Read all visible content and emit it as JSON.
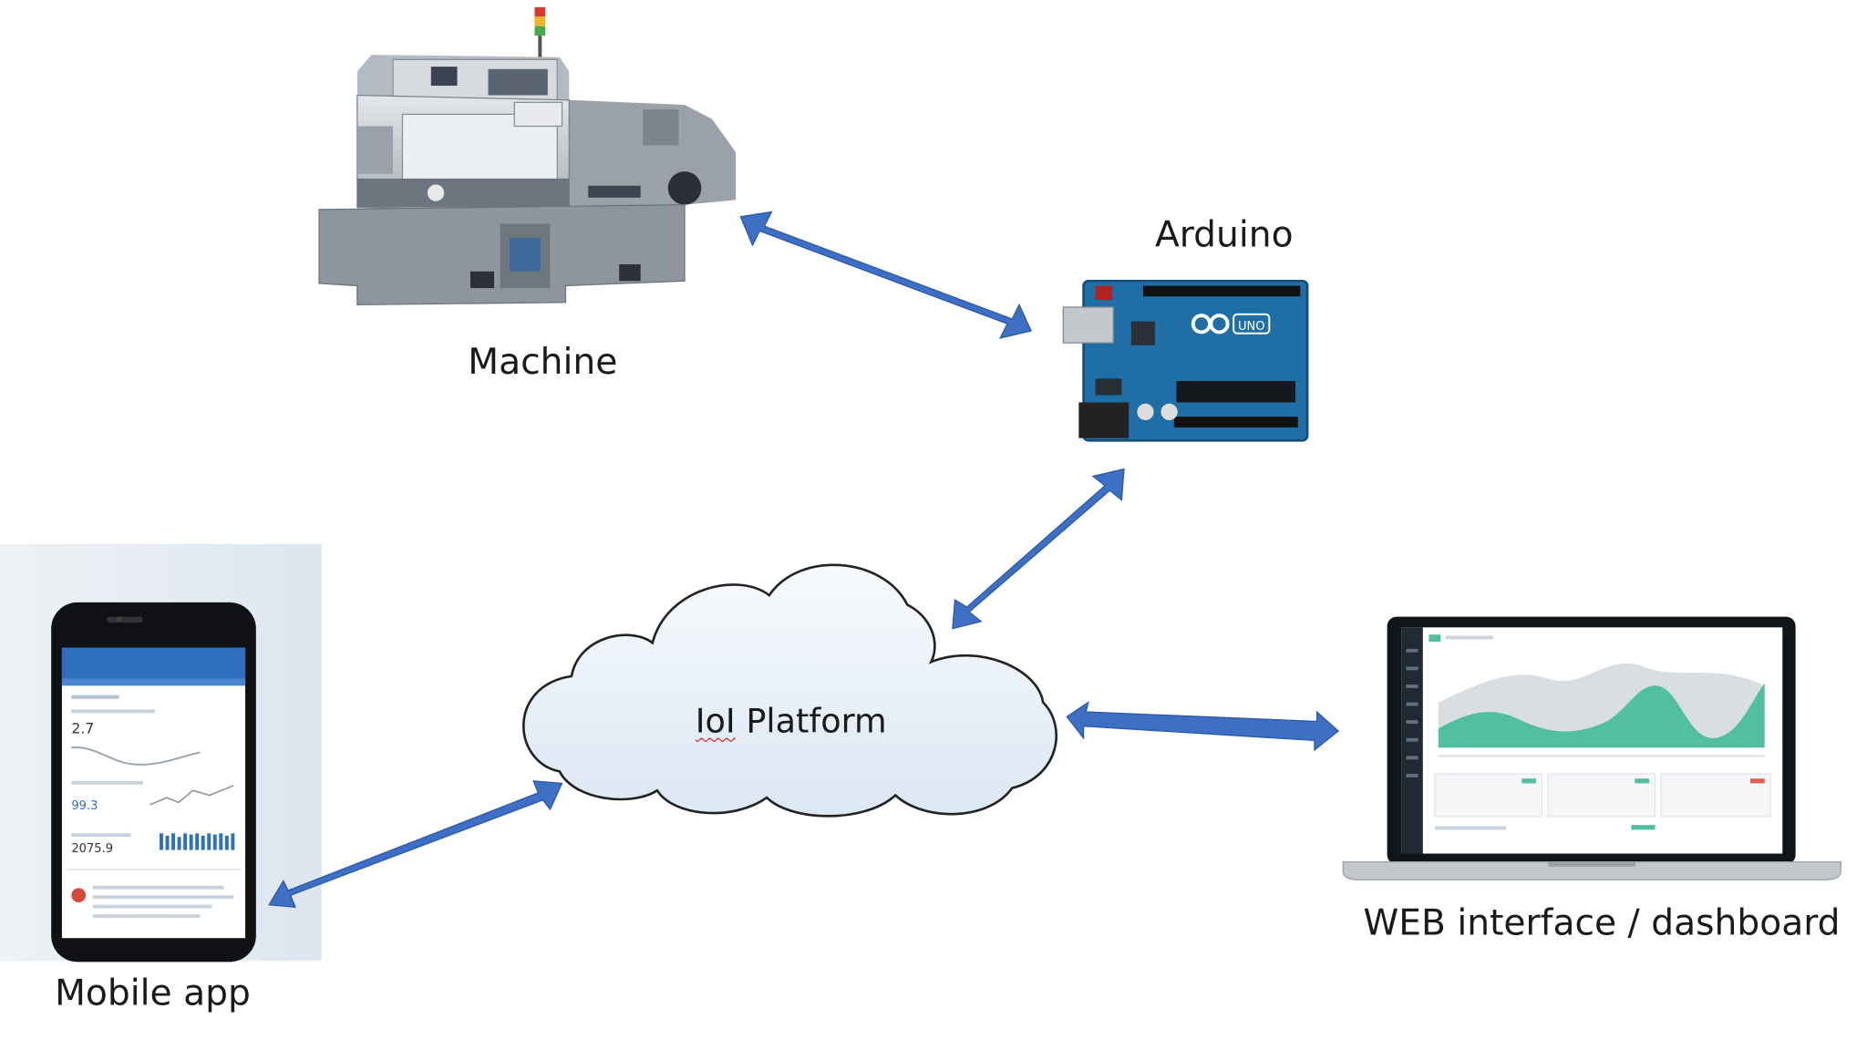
{
  "nodes": {
    "machine": {
      "label": "Machine"
    },
    "arduino": {
      "label": "Arduino",
      "board_text": "UNO"
    },
    "platform": {
      "label_word1": "IoI",
      "label_word2": " Platform"
    },
    "mobile": {
      "label": "Mobile app"
    },
    "web": {
      "label": "WEB interface / dashboard"
    }
  },
  "edges": [
    {
      "from": "machine",
      "to": "arduino",
      "direction": "bidirectional"
    },
    {
      "from": "arduino",
      "to": "platform",
      "direction": "bidirectional"
    },
    {
      "from": "platform",
      "to": "web",
      "direction": "bidirectional"
    },
    {
      "from": "platform",
      "to": "mobile",
      "direction": "bidirectional"
    }
  ],
  "colors": {
    "arrow": "#3d6fc4",
    "cloud_fill": "#e9f1fa",
    "cloud_stroke": "#222222",
    "arduino_board": "#1f6fa6",
    "machine_body": "#c9cdd2",
    "mobile_panel": "#e7edf3",
    "chart_teal": "#52c0a0"
  }
}
